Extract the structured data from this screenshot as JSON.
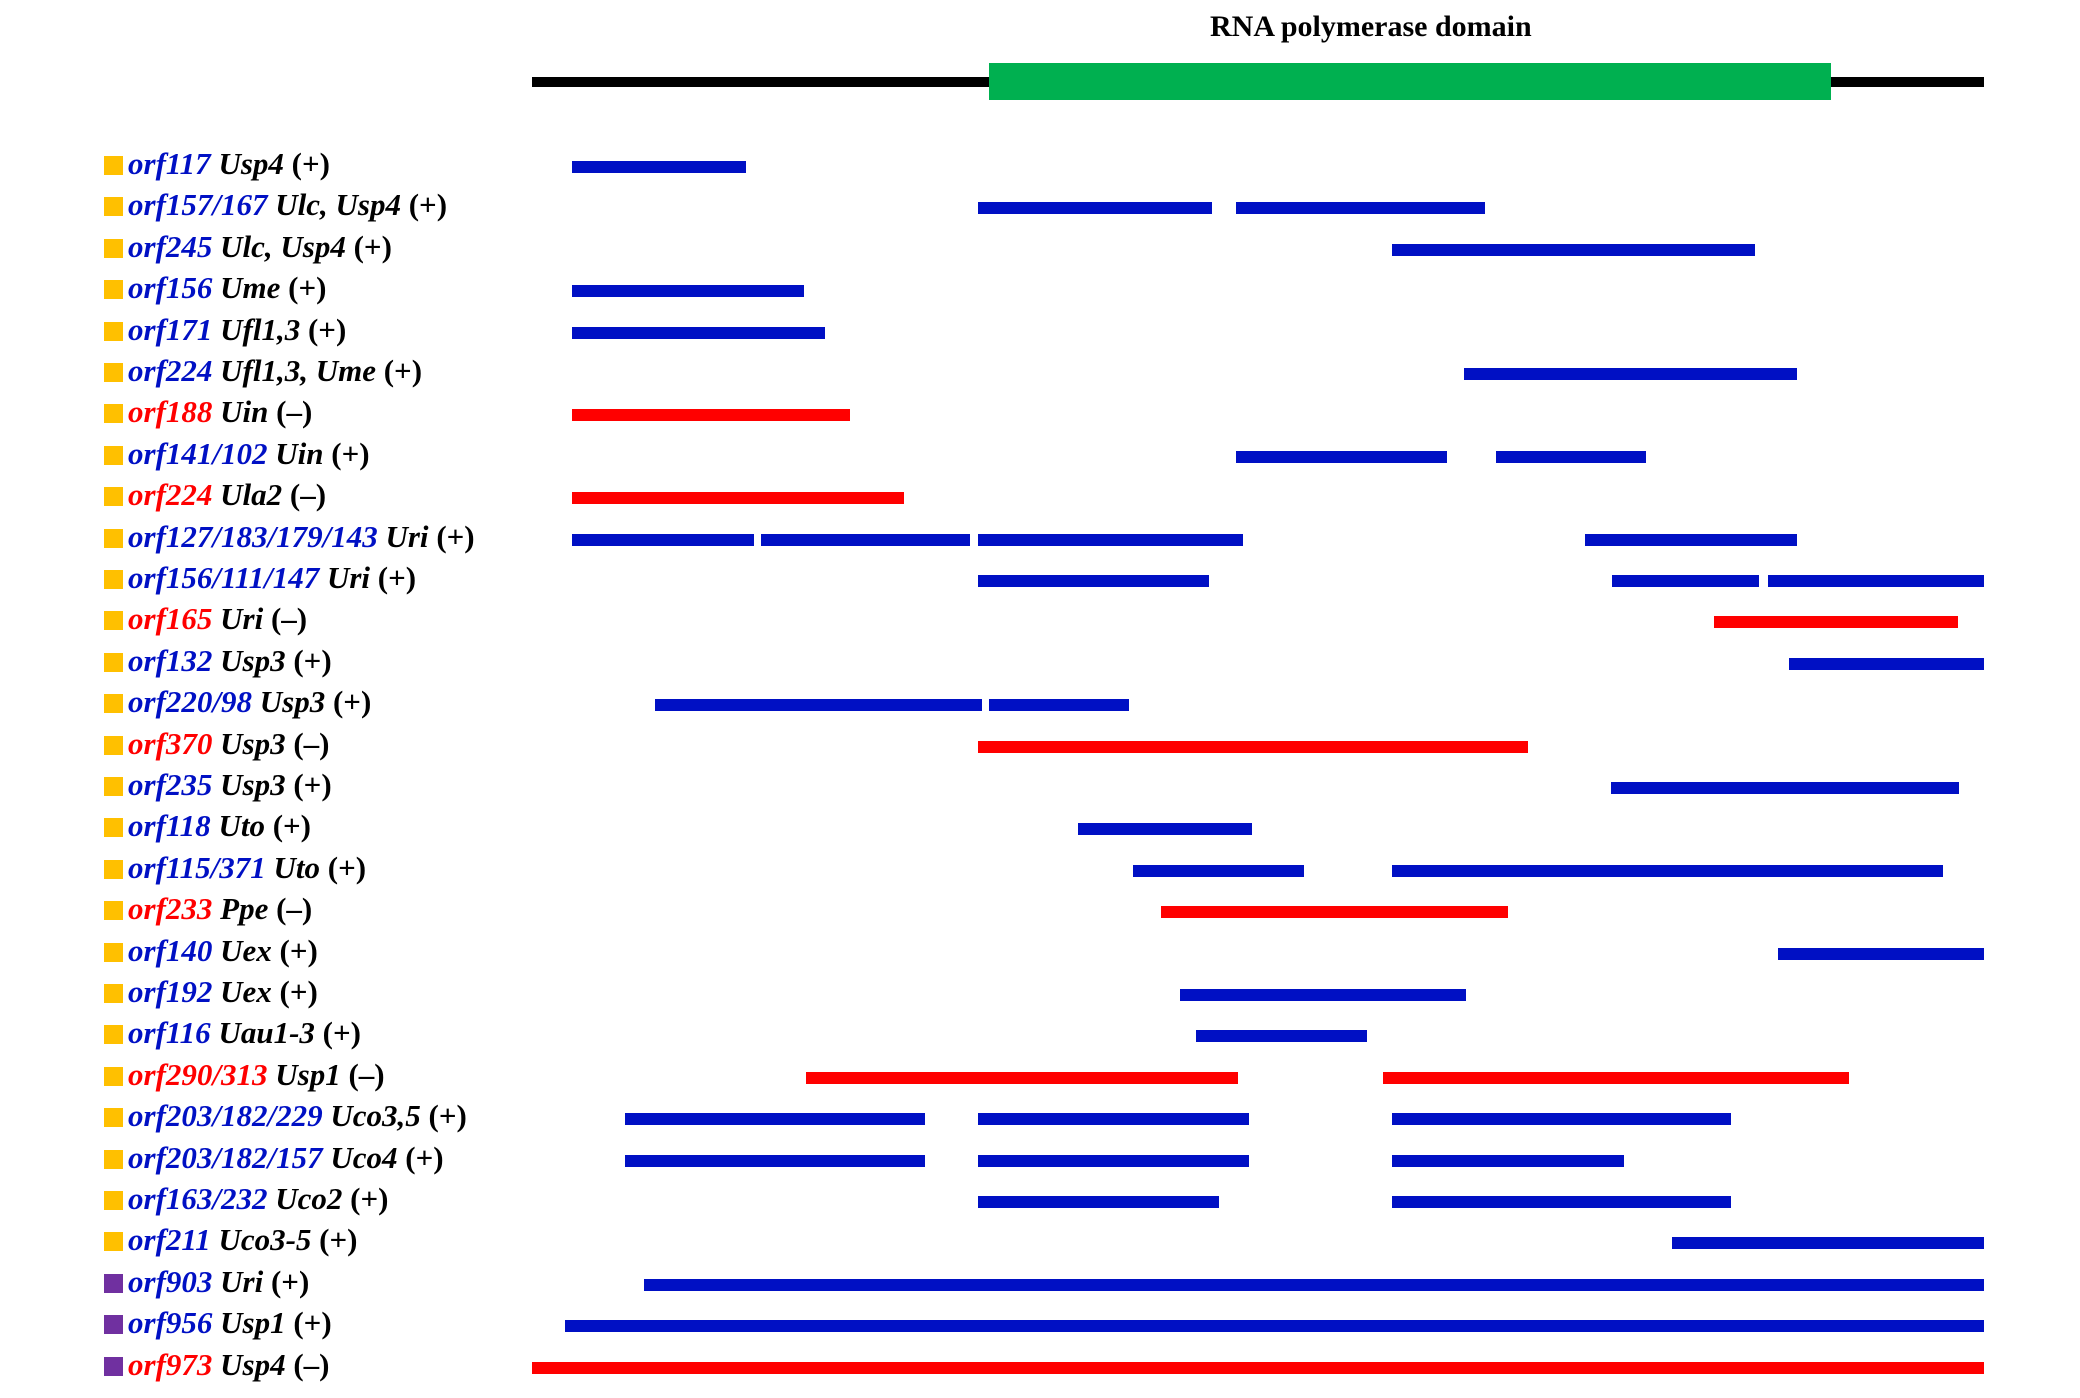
{
  "title": "RNA polymerase domain",
  "colors": {
    "plus": "#0010c4",
    "minus": "#ff0000",
    "domain": "#00b050",
    "backbone": "#000000",
    "square_yellow": "#ffc000",
    "square_purple": "#7030a0"
  },
  "rows": [
    {
      "orf": "orf117",
      "host": "Usp4",
      "sign": "(+)",
      "strand": "plus",
      "square": "yellow",
      "segments": [
        [
          0.0275,
          0.1475
        ]
      ]
    },
    {
      "orf": "orf157/167",
      "host": "Ulc, Usp4",
      "sign": "(+)",
      "strand": "plus",
      "square": "yellow",
      "segments": [
        [
          0.307,
          0.468
        ],
        [
          0.485,
          0.656
        ]
      ]
    },
    {
      "orf": "orf245",
      "host": "Ulc, Usp4",
      "sign": "(+)",
      "strand": "plus",
      "square": "yellow",
      "segments": [
        [
          0.592,
          0.842
        ]
      ]
    },
    {
      "orf": "orf156",
      "host": "Ume",
      "sign": "(+)",
      "strand": "plus",
      "square": "yellow",
      "segments": [
        [
          0.0275,
          0.187
        ]
      ]
    },
    {
      "orf": "orf171",
      "host": "Ufl1,3",
      "sign": "(+)",
      "strand": "plus",
      "square": "yellow",
      "segments": [
        [
          0.0275,
          0.202
        ]
      ]
    },
    {
      "orf": "orf224",
      "host": "Ufl1,3, Ume",
      "sign": "(+)",
      "strand": "plus",
      "square": "yellow",
      "segments": [
        [
          0.642,
          0.871
        ]
      ]
    },
    {
      "orf": "orf188",
      "host": "Uin",
      "sign": "(–)",
      "strand": "minus",
      "square": "yellow",
      "segments": [
        [
          0.0275,
          0.219
        ]
      ]
    },
    {
      "orf": "orf141/102",
      "host": "Uin",
      "sign": "(+)",
      "strand": "plus",
      "square": "yellow",
      "segments": [
        [
          0.485,
          0.63
        ],
        [
          0.664,
          0.767
        ]
      ]
    },
    {
      "orf": "orf224",
      "host": "Ula2",
      "sign": "(–)",
      "strand": "minus",
      "square": "yellow",
      "segments": [
        [
          0.0275,
          0.256
        ]
      ]
    },
    {
      "orf": "orf127/183/179/143",
      "host": "Uri",
      "sign": "(+)",
      "strand": "plus",
      "square": "yellow",
      "segments": [
        [
          0.0275,
          0.153
        ],
        [
          0.158,
          0.302
        ],
        [
          0.307,
          0.49
        ],
        [
          0.725,
          0.871
        ]
      ]
    },
    {
      "orf": "orf156/111/147",
      "host": "Uri",
      "sign": "(+)",
      "strand": "plus",
      "square": "yellow",
      "segments": [
        [
          0.307,
          0.466
        ],
        [
          0.744,
          0.845
        ],
        [
          0.851,
          1.0
        ]
      ]
    },
    {
      "orf": "orf165",
      "host": "Uri",
      "sign": "(–)",
      "strand": "minus",
      "square": "yellow",
      "segments": [
        [
          0.814,
          0.982
        ]
      ]
    },
    {
      "orf": "orf132",
      "host": "Usp3",
      "sign": "(+)",
      "strand": "plus",
      "square": "yellow",
      "segments": [
        [
          0.866,
          1.0
        ]
      ]
    },
    {
      "orf": "orf220/98",
      "host": "Usp3",
      "sign": "(+)",
      "strand": "plus",
      "square": "yellow",
      "segments": [
        [
          0.085,
          0.31
        ],
        [
          0.315,
          0.411
        ]
      ]
    },
    {
      "orf": "orf370",
      "host": "Usp3",
      "sign": "(–)",
      "strand": "minus",
      "square": "yellow",
      "segments": [
        [
          0.307,
          0.686
        ]
      ]
    },
    {
      "orf": "orf235",
      "host": "Usp3",
      "sign": "(+)",
      "strand": "plus",
      "square": "yellow",
      "segments": [
        [
          0.743,
          0.983
        ]
      ]
    },
    {
      "orf": "orf118",
      "host": "Uto",
      "sign": "(+)",
      "strand": "plus",
      "square": "yellow",
      "segments": [
        [
          0.376,
          0.496
        ]
      ]
    },
    {
      "orf": "orf115/371",
      "host": "Uto",
      "sign": "(+)",
      "strand": "plus",
      "square": "yellow",
      "segments": [
        [
          0.414,
          0.532
        ],
        [
          0.592,
          0.972
        ]
      ]
    },
    {
      "orf": "orf233",
      "host": "Ppe",
      "sign": "(–)",
      "strand": "minus",
      "square": "yellow",
      "segments": [
        [
          0.433,
          0.672
        ]
      ]
    },
    {
      "orf": "orf140",
      "host": "Uex",
      "sign": "(+)",
      "strand": "plus",
      "square": "yellow",
      "segments": [
        [
          0.858,
          1.0
        ]
      ]
    },
    {
      "orf": "orf192",
      "host": "Uex",
      "sign": "(+)",
      "strand": "plus",
      "square": "yellow",
      "segments": [
        [
          0.446,
          0.643
        ]
      ]
    },
    {
      "orf": "orf116",
      "host": "Uau1-3",
      "sign": "(+)",
      "strand": "plus",
      "square": "yellow",
      "segments": [
        [
          0.457,
          0.575
        ]
      ]
    },
    {
      "orf": "orf290/313",
      "host": "Usp1",
      "sign": "(–)",
      "strand": "minus",
      "square": "yellow",
      "segments": [
        [
          0.189,
          0.486
        ],
        [
          0.586,
          0.907
        ]
      ]
    },
    {
      "orf": "orf203/182/229",
      "host": "Uco3,5",
      "sign": "(+)",
      "strand": "plus",
      "square": "yellow",
      "segments": [
        [
          0.064,
          0.271
        ],
        [
          0.307,
          0.494
        ],
        [
          0.592,
          0.826
        ]
      ]
    },
    {
      "orf": "orf203/182/157",
      "host": "Uco4",
      "sign": "(+)",
      "strand": "plus",
      "square": "yellow",
      "segments": [
        [
          0.064,
          0.271
        ],
        [
          0.307,
          0.494
        ],
        [
          0.592,
          0.752
        ]
      ]
    },
    {
      "orf": "orf163/232",
      "host": "Uco2",
      "sign": "(+)",
      "strand": "plus",
      "square": "yellow",
      "segments": [
        [
          0.307,
          0.473
        ],
        [
          0.592,
          0.826
        ]
      ]
    },
    {
      "orf": "orf211",
      "host": "Uco3-5",
      "sign": "(+)",
      "strand": "plus",
      "square": "yellow",
      "segments": [
        [
          0.785,
          1.0
        ]
      ]
    },
    {
      "orf": "orf903",
      "host": "Uri",
      "sign": "(+)",
      "strand": "plus",
      "square": "purple",
      "segments": [
        [
          0.077,
          1.0
        ]
      ]
    },
    {
      "orf": "orf956",
      "host": "Usp1",
      "sign": "(+)",
      "strand": "plus",
      "square": "purple",
      "segments": [
        [
          0.023,
          1.0
        ]
      ]
    },
    {
      "orf": "orf973",
      "host": "Usp4",
      "sign": "(–)",
      "strand": "minus",
      "square": "purple",
      "segments": [
        [
          0.0,
          1.0
        ]
      ]
    }
  ]
}
